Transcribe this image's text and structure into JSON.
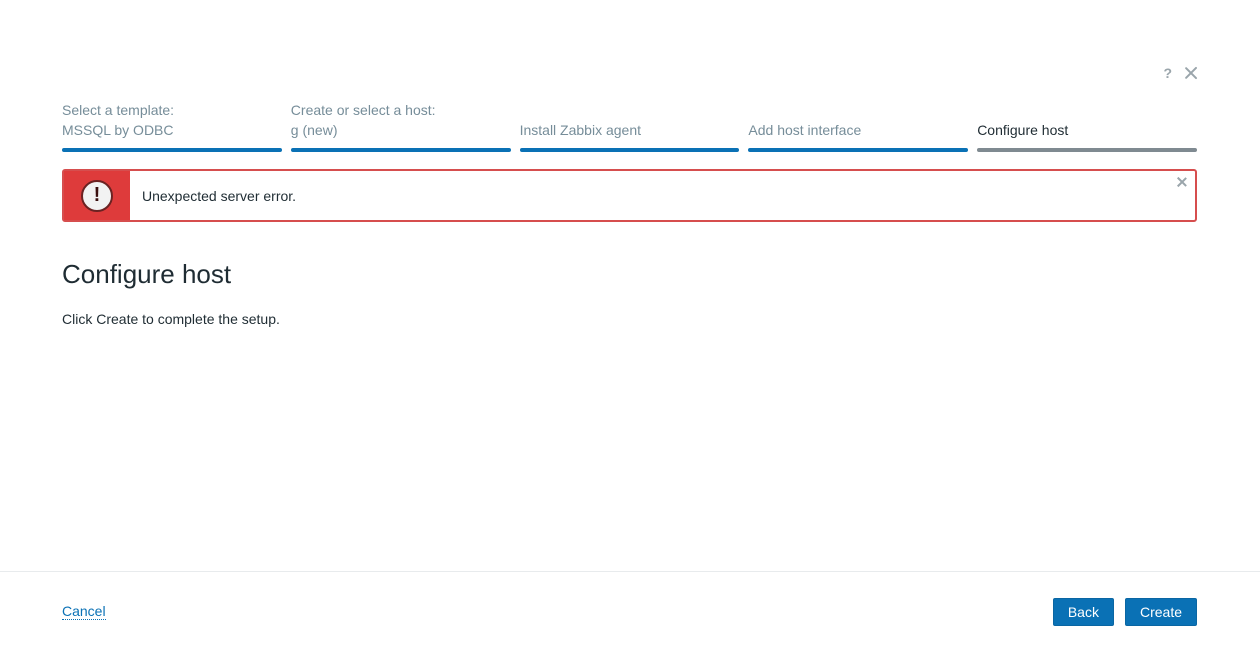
{
  "header": {
    "help_label": "?"
  },
  "steps": [
    {
      "line1": "Select a template:",
      "line2": "MSSQL by ODBC"
    },
    {
      "line1": "Create or select a host:",
      "line2": "g (new)"
    },
    {
      "line1": "",
      "line2": "Install Zabbix agent"
    },
    {
      "line1": "",
      "line2": "Add host interface"
    },
    {
      "line1": "",
      "line2": "Configure host"
    }
  ],
  "alert": {
    "message": "Unexpected server error.",
    "icon_glyph": "!"
  },
  "main": {
    "title": "Configure host",
    "description": "Click Create to complete the setup."
  },
  "footer": {
    "cancel_label": "Cancel",
    "back_label": "Back",
    "create_label": "Create"
  },
  "colors": {
    "accent": "#0a71b5",
    "current_step": "#7f8a91",
    "error": "#de3b3b"
  }
}
